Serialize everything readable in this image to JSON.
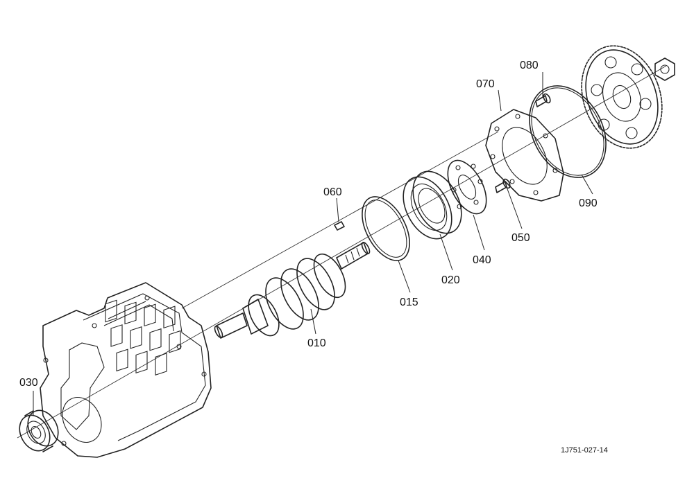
{
  "diagram": {
    "drawing_code": "1J751-027-14",
    "callouts": [
      {
        "id": "c010",
        "label": "010"
      },
      {
        "id": "c015",
        "label": "015"
      },
      {
        "id": "c020",
        "label": "020"
      },
      {
        "id": "c030",
        "label": "030"
      },
      {
        "id": "c040",
        "label": "040"
      },
      {
        "id": "c050",
        "label": "050"
      },
      {
        "id": "c060",
        "label": "060"
      },
      {
        "id": "c070",
        "label": "070"
      },
      {
        "id": "c080",
        "label": "080"
      },
      {
        "id": "c090",
        "label": "090"
      }
    ]
  },
  "colors": {
    "ink": "#222222",
    "background": "#ffffff"
  }
}
